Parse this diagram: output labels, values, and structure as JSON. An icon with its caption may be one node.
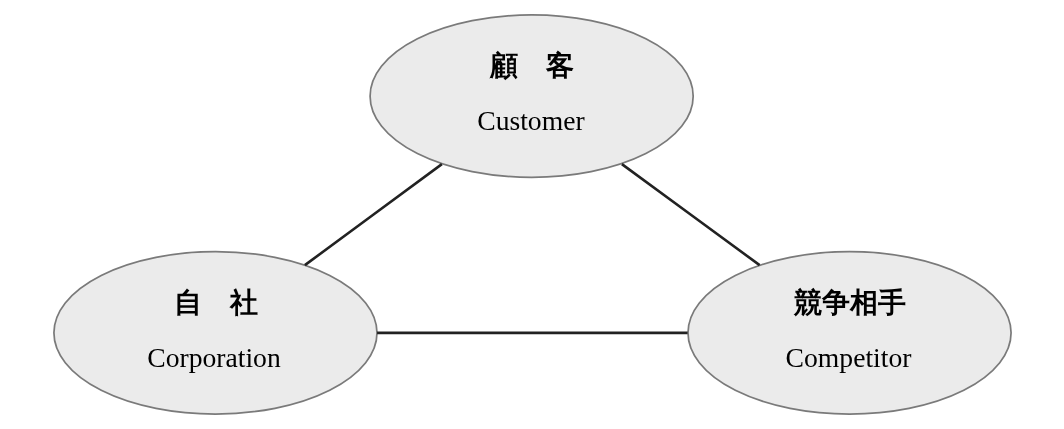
{
  "diagram": {
    "nodes": [
      {
        "text": [
          "顧　客",
          "Customer"
        ]
      },
      {
        "text": [
          "自　社",
          "Corporation"
        ]
      },
      {
        "text": [
          "競争相手",
          "Competitor"
        ]
      }
    ],
    "edges": [
      {
        "from": 0,
        "to": 1,
        "arrow": "none"
      },
      {
        "from": 0,
        "to": 2,
        "arrow": "none"
      },
      {
        "from": 1,
        "to": 2,
        "arrow": "none"
      }
    ]
  }
}
